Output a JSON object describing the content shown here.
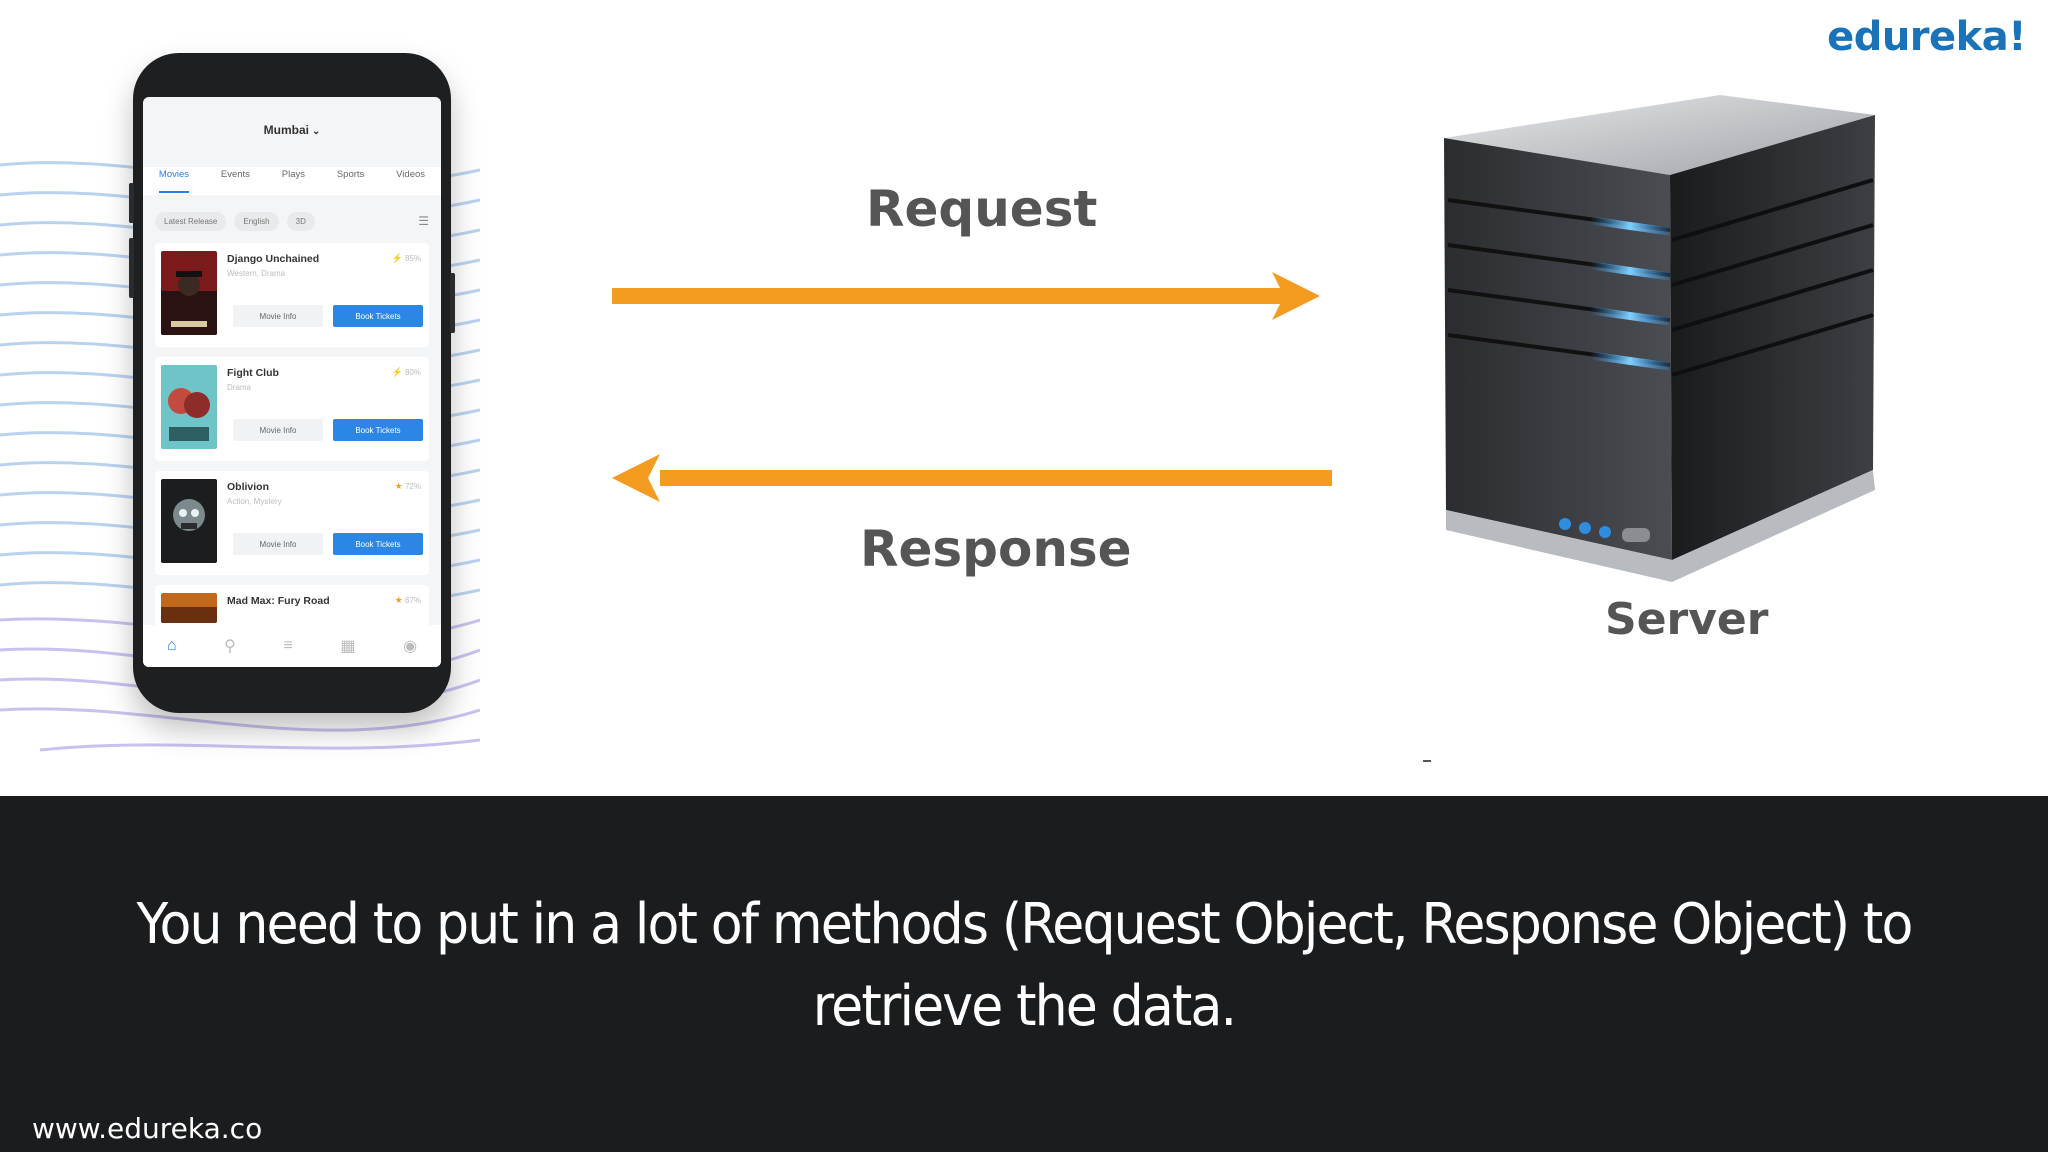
{
  "brand": {
    "logo": "edureka!",
    "url": "www.edureka.co"
  },
  "phone": {
    "city": "Mumbai",
    "tabs": [
      {
        "label": "Movies",
        "active": true
      },
      {
        "label": "Events",
        "active": false
      },
      {
        "label": "Plays",
        "active": false
      },
      {
        "label": "Sports",
        "active": false
      },
      {
        "label": "Videos",
        "active": false
      }
    ],
    "filters": [
      "Latest Release",
      "English",
      "3D"
    ],
    "movies": [
      {
        "title": "Django Unchained",
        "genre": "Western, Drama",
        "rating": "85%",
        "info": "Movie Info",
        "book": "Book Tickets"
      },
      {
        "title": "Fight Club",
        "genre": "Drama",
        "rating": "80%",
        "info": "Movie Info",
        "book": "Book Tickets"
      },
      {
        "title": "Oblivion",
        "genre": "Action, Mystery",
        "rating": "72%",
        "info": "Movie Info",
        "book": "Book Tickets"
      },
      {
        "title": "Mad Max: Fury Road",
        "genre": "",
        "rating": "67%",
        "info": "",
        "book": ""
      }
    ]
  },
  "diagram": {
    "request_label": "Request",
    "response_label": "Response",
    "server_label": "Server",
    "arrow_color": "#f39c1f"
  },
  "caption": {
    "line1": "You need to put in a lot of methods (Request Object, Response Object) to",
    "line2": "retrieve the data."
  },
  "colors": {
    "brand_blue": "#1a73b8",
    "dark_band": "#1b1c1e",
    "app_blue": "#2b86e6"
  }
}
